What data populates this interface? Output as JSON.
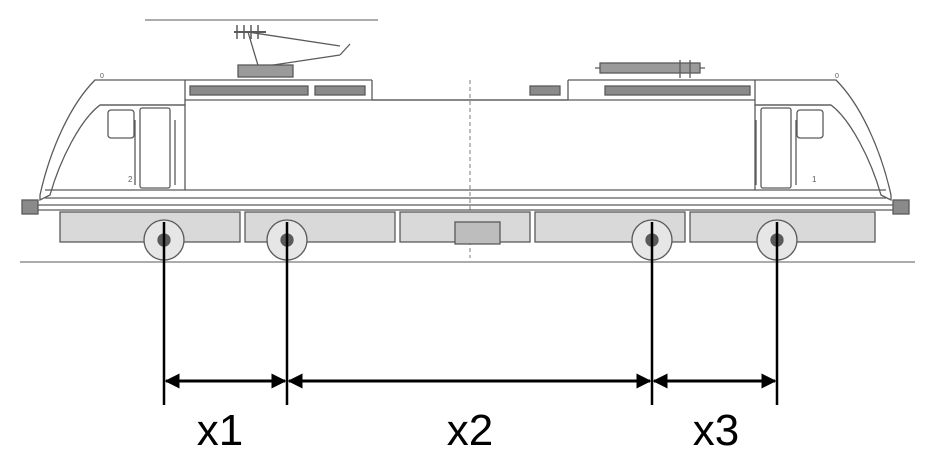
{
  "figure": {
    "subject": "electric locomotive side elevation",
    "line_color": "#000000",
    "drawing_color": "#5a5a5a",
    "background": "#ffffff"
  },
  "dimensions": [
    {
      "label": "x1",
      "from": "axle 1",
      "to": "axle 2"
    },
    {
      "label": "x2",
      "from": "axle 2",
      "to": "axle 3"
    },
    {
      "label": "x3",
      "from": "axle 3",
      "to": "axle 4"
    }
  ],
  "axles": [
    "axle 1",
    "axle 2",
    "axle 3",
    "axle 4"
  ]
}
